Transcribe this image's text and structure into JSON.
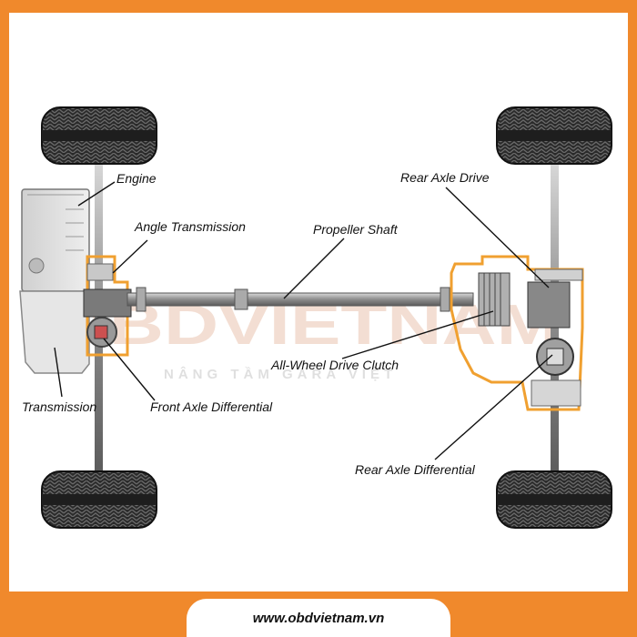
{
  "labels": {
    "engine": "Engine",
    "angle_transmission": "Angle Transmission",
    "propeller_shaft": "Propeller Shaft",
    "rear_axle_drive": "Rear Axle Drive",
    "all_wheel_drive_clutch": "All-Wheel Drive Clutch",
    "transmission": "Transmission",
    "front_axle_differential": "Front Axle Differential",
    "rear_axle_differential": "Rear Axle Differential"
  },
  "watermark": {
    "brand": "OBDVIETNAM",
    "tagline": "NÂNG TẦM GARA VIỆT"
  },
  "footer": {
    "url": "www.obdvietnam.vn"
  },
  "colors": {
    "frame_orange": "#f0892c",
    "housing_outline": "#f0a030",
    "tire_dark": "#2a2a2a",
    "metal": "#9a9a9a"
  },
  "icons": [
    "tire-icon",
    "engine-block-icon",
    "differential-gear-icon",
    "clutch-pack-icon"
  ]
}
